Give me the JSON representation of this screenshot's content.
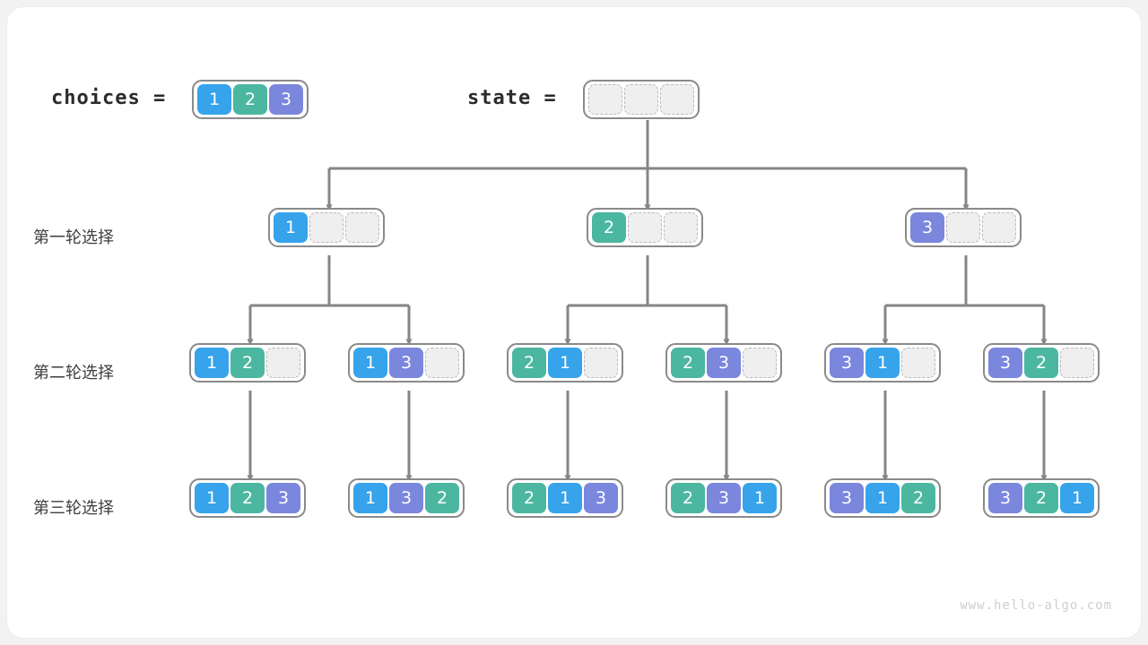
{
  "meta": {
    "title": "Permutations backtracking tree",
    "watermark": "www.hello-algo.com"
  },
  "palette": {
    "value_1": "#36a3eb",
    "value_2": "#4cb7a0",
    "value_3": "#7b86dd",
    "empty_fill": "#efefef",
    "empty_border": "#b9b9b9",
    "frame_border": "#8a8a8a",
    "wire": "#868686",
    "text": "#2b2b2b",
    "watermark": "#cfcfcf"
  },
  "header": {
    "choices_label": "choices =",
    "choices_values": [
      "1",
      "2",
      "3"
    ],
    "state_label": "state =",
    "state_values": [
      "",
      "",
      ""
    ]
  },
  "row_labels": [
    "第一轮选择",
    "第二轮选择",
    "第三轮选择"
  ],
  "levels": [
    {
      "name": "round-1",
      "label": "第一轮选择",
      "nodes": [
        {
          "values": [
            "1",
            "",
            ""
          ]
        },
        {
          "values": [
            "2",
            "",
            ""
          ]
        },
        {
          "values": [
            "3",
            "",
            ""
          ]
        }
      ]
    },
    {
      "name": "round-2",
      "label": "第二轮选择",
      "nodes": [
        {
          "values": [
            "1",
            "2",
            ""
          ]
        },
        {
          "values": [
            "1",
            "3",
            ""
          ]
        },
        {
          "values": [
            "2",
            "1",
            ""
          ]
        },
        {
          "values": [
            "2",
            "3",
            ""
          ]
        },
        {
          "values": [
            "3",
            "1",
            ""
          ]
        },
        {
          "values": [
            "3",
            "2",
            ""
          ]
        }
      ]
    },
    {
      "name": "round-3",
      "label": "第三轮选择",
      "nodes": [
        {
          "values": [
            "1",
            "2",
            "3"
          ]
        },
        {
          "values": [
            "1",
            "3",
            "2"
          ]
        },
        {
          "values": [
            "2",
            "1",
            "3"
          ]
        },
        {
          "values": [
            "2",
            "3",
            "1"
          ]
        },
        {
          "values": [
            "3",
            "1",
            "2"
          ]
        },
        {
          "values": [
            "3",
            "2",
            "1"
          ]
        }
      ]
    }
  ]
}
